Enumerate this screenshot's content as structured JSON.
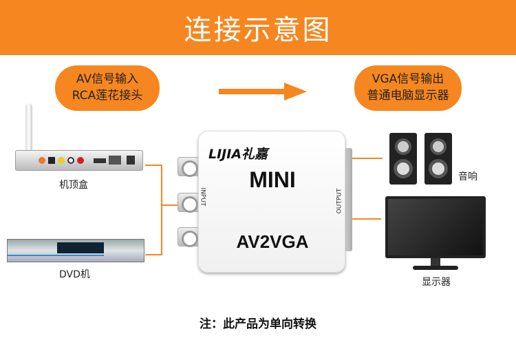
{
  "title": "连接示意图",
  "input_bubble": {
    "line1": "AV信号输入",
    "line2": "RCA莲花接头"
  },
  "output_bubble": {
    "line1": "VGA信号输出",
    "line2": "普通电脑显示器"
  },
  "devices": {
    "set_top_box": "机顶盒",
    "dvd": "DVD机",
    "speakers": "音响",
    "monitor": "显示器"
  },
  "converter": {
    "brand": "LIJIA礼嘉",
    "model": "MINI",
    "type": "AV2VGA",
    "input_label": "INPUT",
    "output_label": "OUTPUT"
  },
  "note": "注：此产品为单向转换",
  "colors": {
    "accent": "#f6861f"
  }
}
